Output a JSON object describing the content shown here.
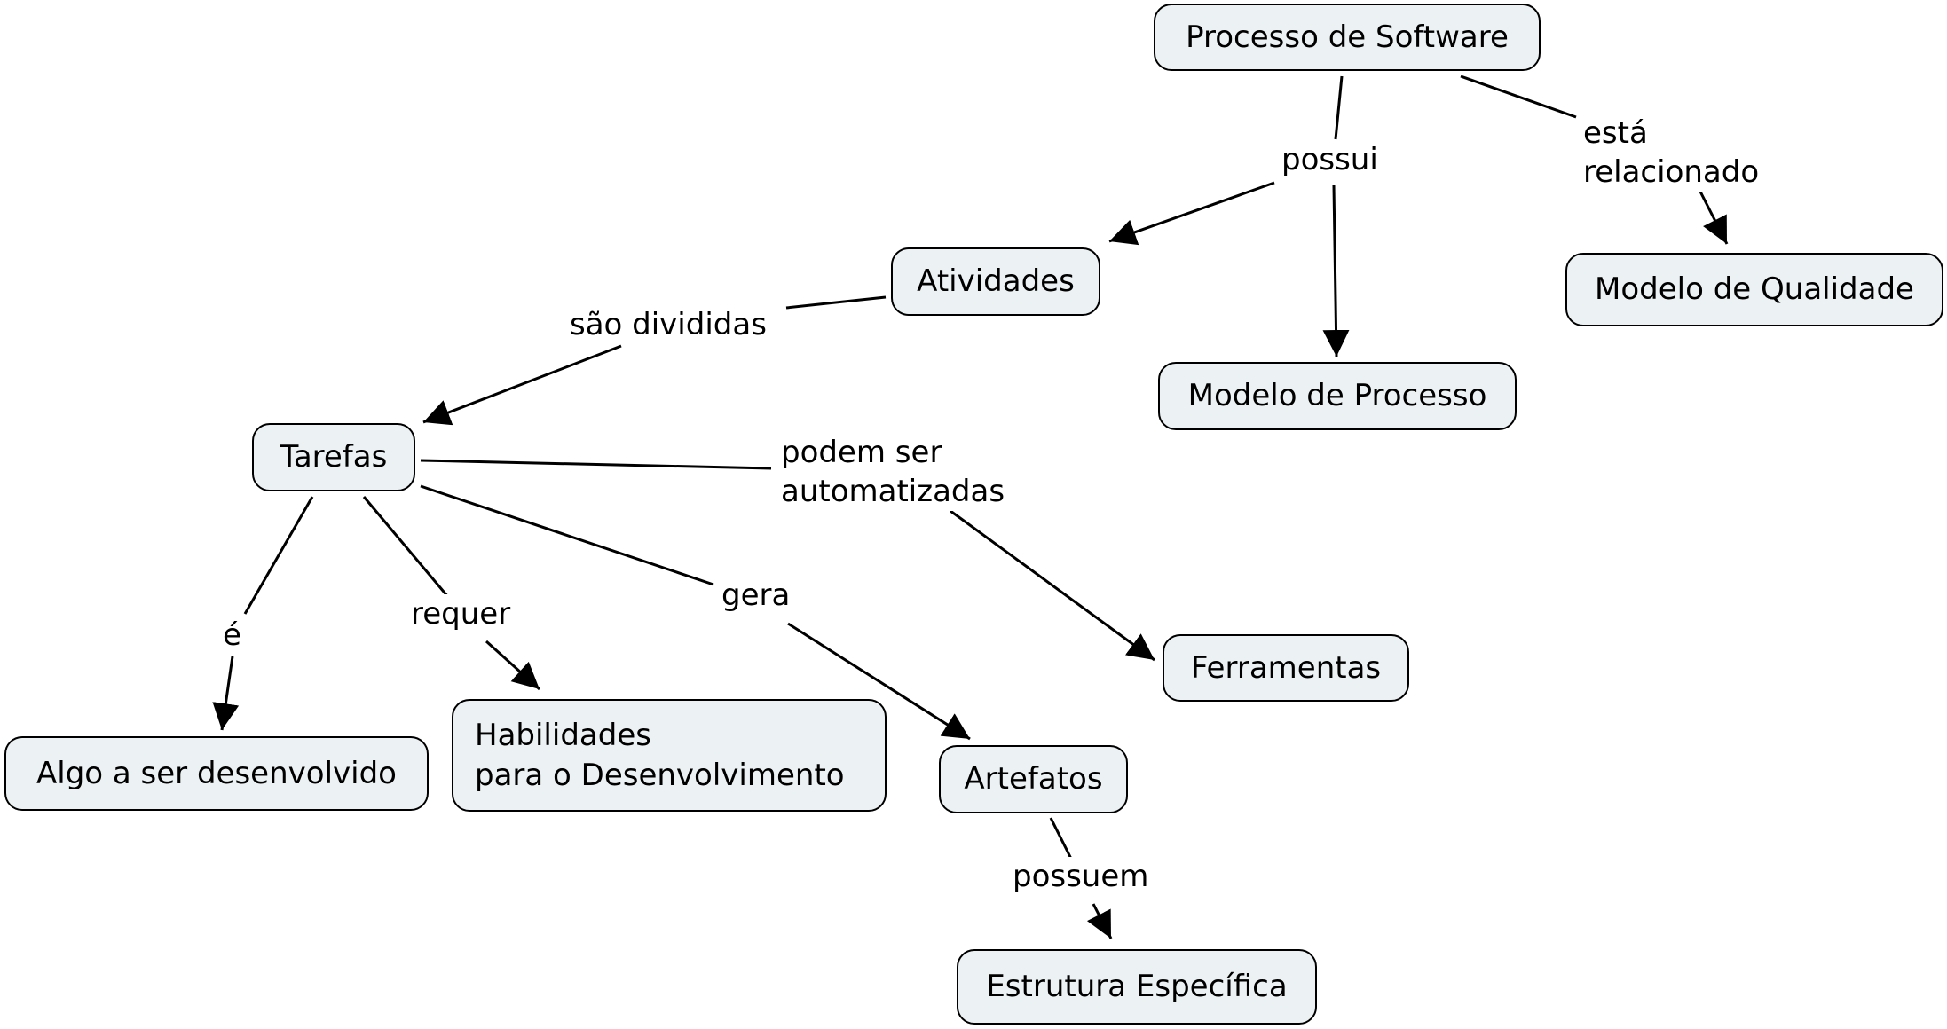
{
  "nodes": {
    "processo_de_software": "Processo de Software",
    "atividades": "Atividades",
    "modelo_de_processo": "Modelo de Processo",
    "modelo_de_qualidade": "Modelo de Qualidade",
    "tarefas": "Tarefas",
    "ferramentas": "Ferramentas",
    "algo_a_ser_desenvolvido": "Algo a ser desenvolvido",
    "habilidades": "Habilidades\npara o Desenvolvimento",
    "artefatos": "Artefatos",
    "estrutura_especifica": "Estrutura Específica"
  },
  "links": {
    "possui": "possui",
    "esta_relacionado": "está\nrelacionado",
    "sao_divididas": "são divididas",
    "podem_ser_automatizadas": "podem ser\nautomatizadas",
    "e": "é",
    "requer": "requer",
    "gera": "gera",
    "possuem": "possuem"
  }
}
